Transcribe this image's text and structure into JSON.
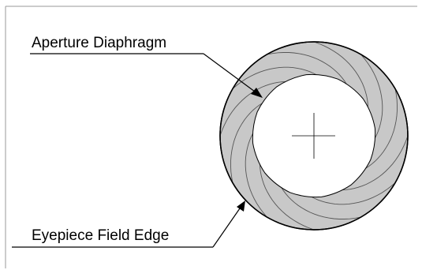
{
  "labels": {
    "aperture": "Aperture Diaphragm",
    "field_edge": "Eyepiece Field Edge"
  },
  "colors": {
    "blade_fill": "#c8c8c8",
    "line": "#000000",
    "frame": "#9a9a9a"
  },
  "diaphragm": {
    "blade_count": 12
  }
}
